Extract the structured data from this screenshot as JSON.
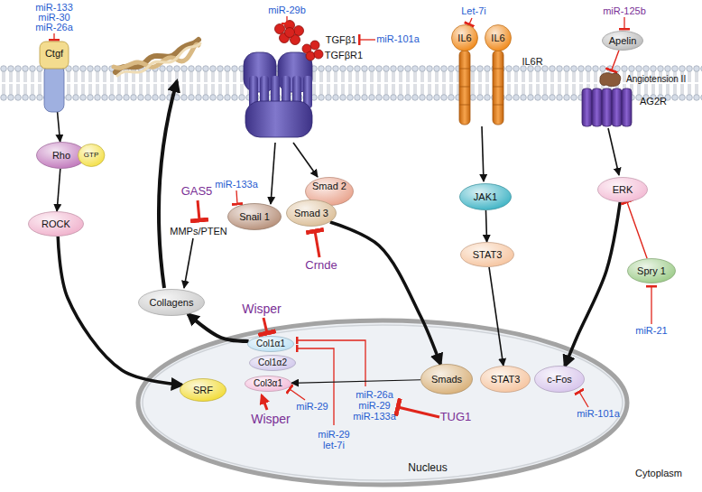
{
  "diagram": {
    "nodes": [
      {
        "text": [
          "Ctgf"
        ]
      },
      {
        "text": [
          "IL6"
        ]
      },
      {
        "text": [
          "IL6"
        ]
      },
      {
        "text": [
          "Apelin"
        ]
      },
      {
        "text": [
          "Angiotension II"
        ]
      },
      {
        "text": [
          "Rho"
        ]
      },
      {
        "text": [
          "GTP"
        ]
      },
      {
        "text": [
          "Snail 1"
        ]
      },
      {
        "text": [
          "Smad 2"
        ]
      },
      {
        "text": [
          "Smad 3"
        ]
      },
      {
        "text": [
          "JAK1"
        ]
      },
      {
        "text": [
          "ERK"
        ]
      },
      {
        "text": [
          "ROCK"
        ]
      },
      {
        "text": [
          "STAT3"
        ]
      },
      {
        "text": [
          "Spry 1"
        ]
      },
      {
        "text": [
          "Collagens"
        ]
      },
      {
        "text": [
          "Nucleus"
        ]
      },
      {
        "text": [
          "Col1α1"
        ],
        "in": 16
      },
      {
        "text": [
          "Col1α2"
        ],
        "in": 16
      },
      {
        "text": [
          "Col3α1"
        ],
        "in": 16
      },
      {
        "text": [
          "SRF"
        ],
        "in": 16
      },
      {
        "text": [
          "Smads"
        ],
        "in": 16
      },
      {
        "text": [
          "STAT3"
        ],
        "in": 16
      },
      {
        "text": [
          "c-Fos"
        ],
        "in": 16
      }
    ],
    "edges": [
      {
        "from": 0,
        "to": 5,
        "arrow": "to"
      },
      {
        "from": 5,
        "to": 12,
        "arrow": "to"
      },
      {
        "from": 12,
        "to": 20,
        "arrow": "to"
      },
      {
        "from": 9,
        "to": 21,
        "arrow": "to"
      },
      {
        "from": 10,
        "to": 13,
        "arrow": "to"
      },
      {
        "from": 13,
        "to": 22,
        "arrow": "to"
      },
      {
        "from": 11,
        "to": 23,
        "arrow": "to"
      },
      {
        "from": 14,
        "to": 11,
        "arrow": "to"
      },
      {
        "from": 3,
        "to": 4,
        "arrow": "to"
      },
      {
        "from": 17,
        "to": 15,
        "arrow": "to"
      },
      {
        "from": 21,
        "to": 19,
        "arrow": "to"
      }
    ],
    "labels": [
      "miR-133",
      "miR-30",
      "miR-26a",
      "miR-29b",
      "TGFβ1",
      "TGFβR1",
      "miR-101a",
      "Let-7i",
      "IL6R",
      "miR-125b",
      "AG2R",
      "miR-133a",
      "GAS5",
      "MMPs/PTEN",
      "Crnde",
      "Wisper",
      "miR-29",
      "Wisper",
      "miR-29",
      "let-7i",
      "miR-26a",
      "miR-29",
      "miR-133a",
      "TUG1",
      "miR-101a",
      "miR-21",
      "Cytoplasm"
    ]
  }
}
